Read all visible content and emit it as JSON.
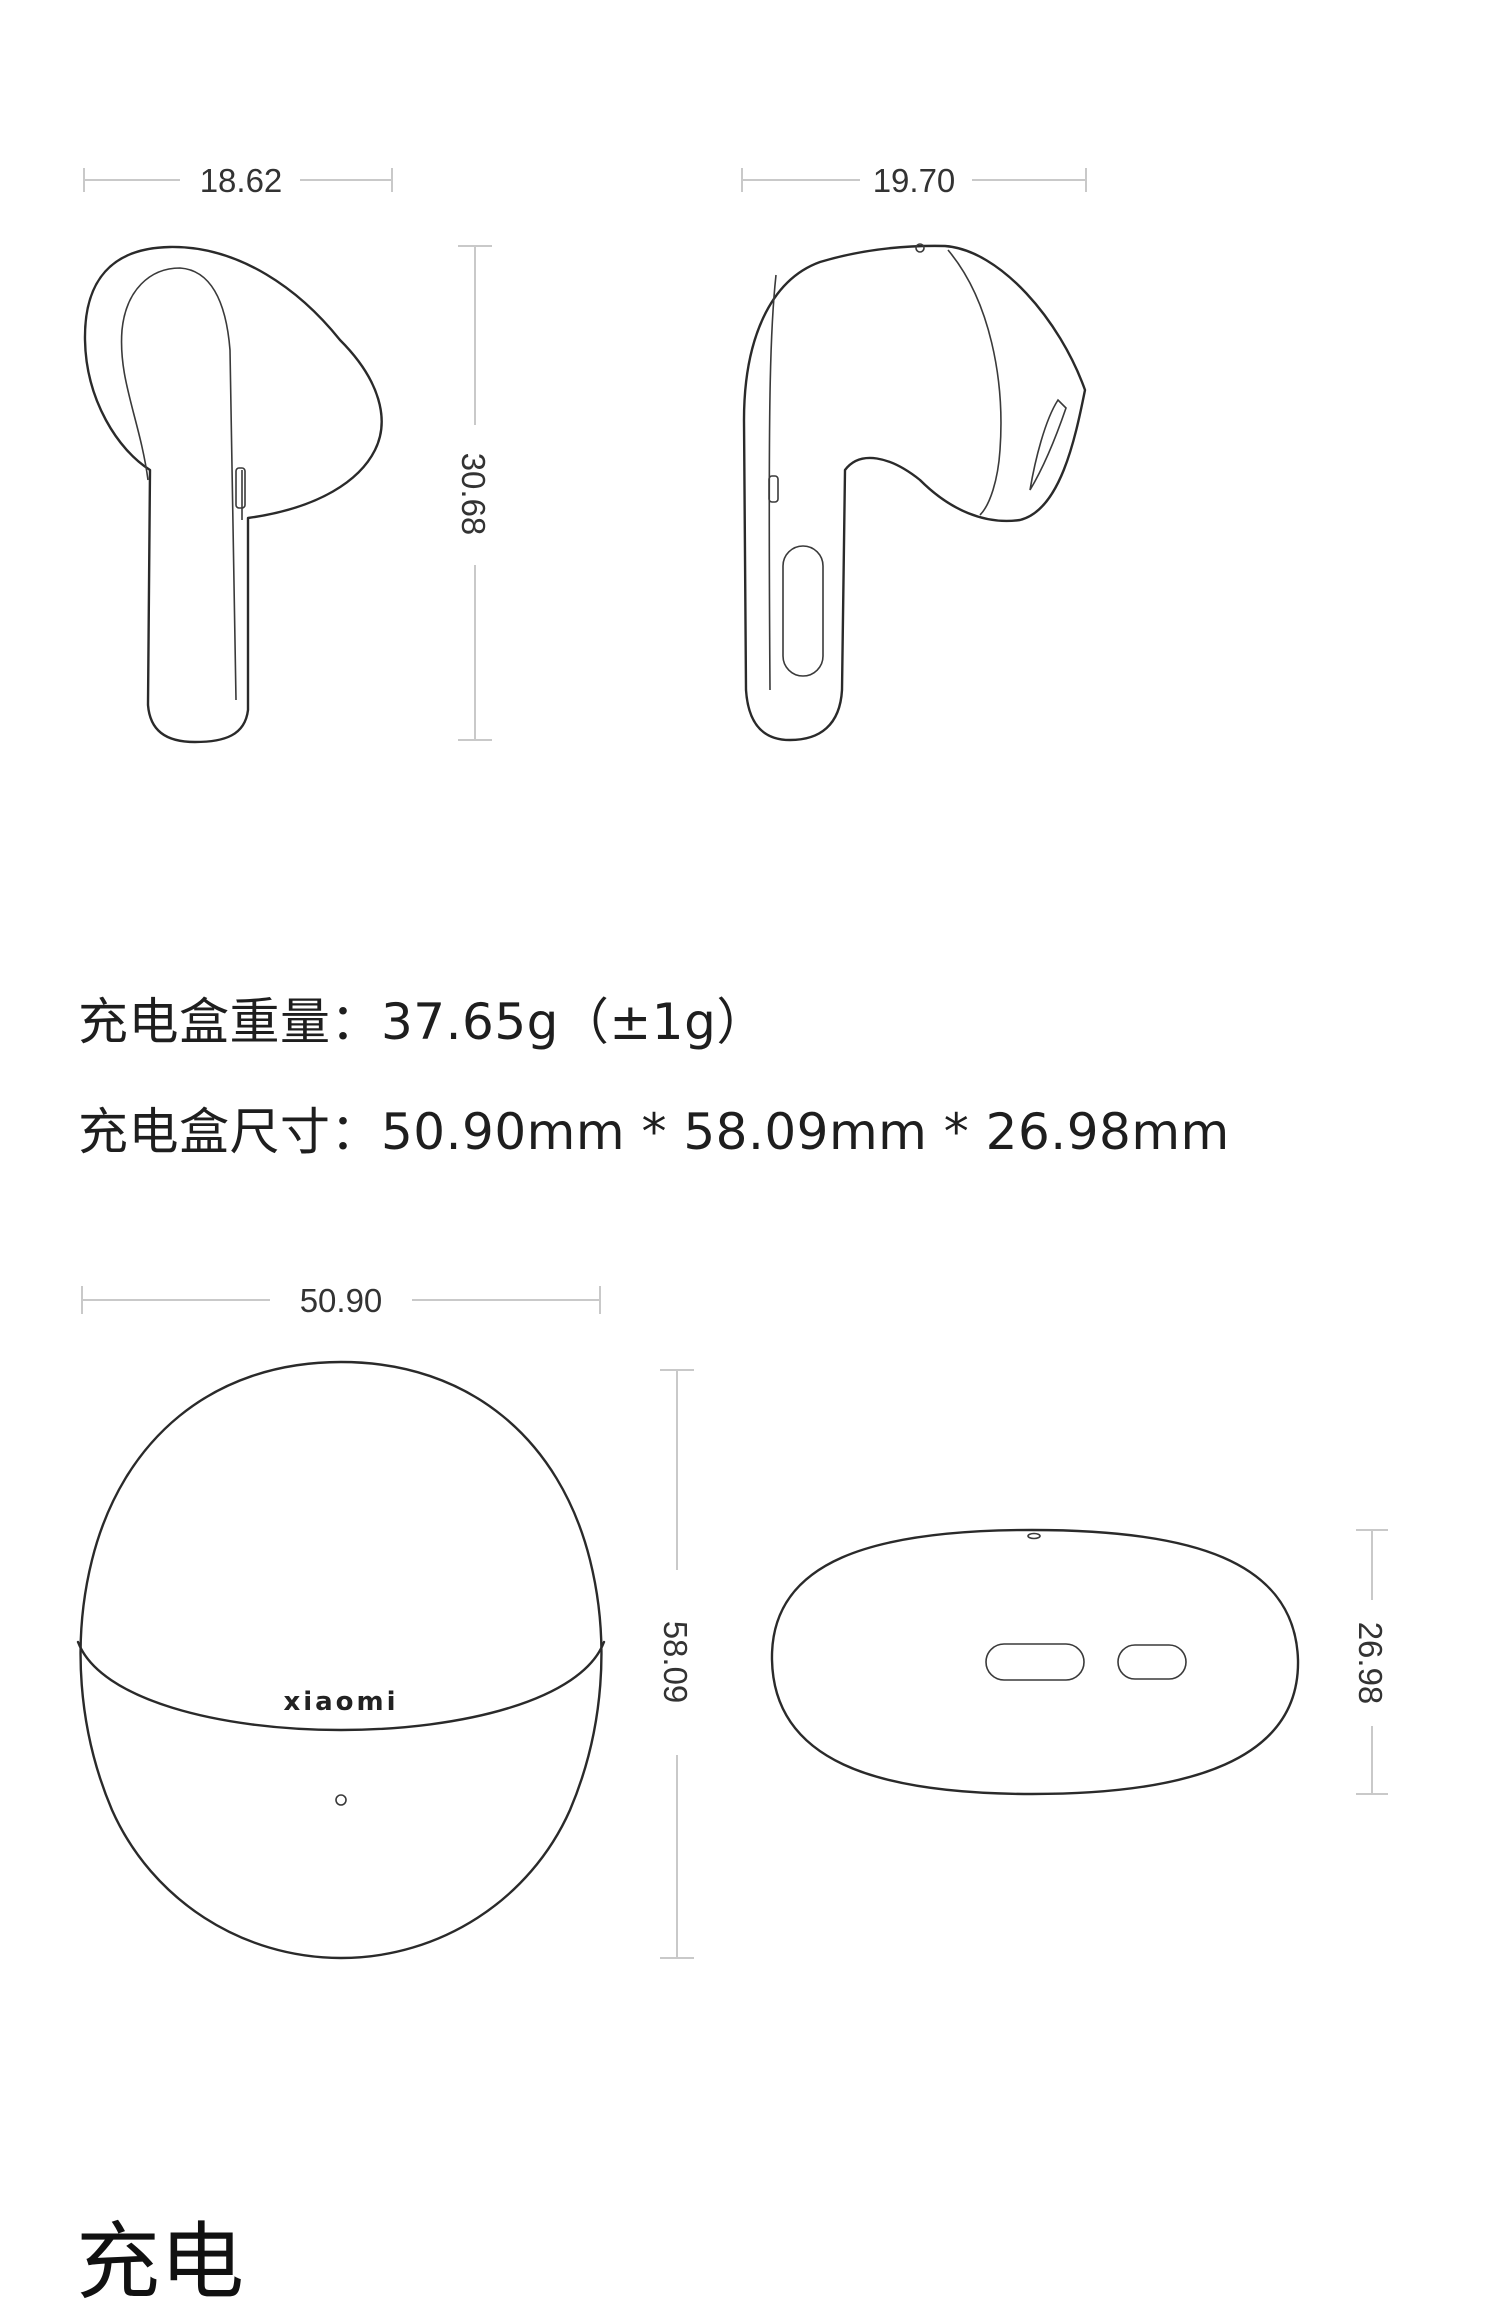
{
  "earbud_dimensions": {
    "front_width": "18.62",
    "side_width": "19.70",
    "height": "30.68"
  },
  "case_specs": {
    "weight_line": "充电盒重量：37.65g（±1g）",
    "size_line": "充电盒尺寸：50.90mm * 58.09mm * 26.98mm"
  },
  "case_dimensions": {
    "width": "50.90",
    "height": "58.09",
    "depth": "26.98"
  },
  "case_branding": "xiaomi",
  "next_section": {
    "title": "充电"
  }
}
